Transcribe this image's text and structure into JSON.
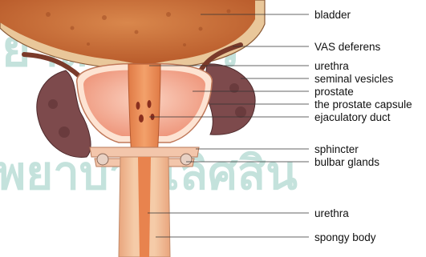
{
  "labels": {
    "bladder": "bladder",
    "vas_deferens": "VAS deferens",
    "urethra_upper": "urethra",
    "seminal_vesicles": "seminal vesicles",
    "prostate": "prostate",
    "prostate_capsule": "the prostate capsule",
    "ejaculatory_duct": "ejaculatory duct",
    "sphincter": "sphincter",
    "bulbar_glands": "bulbar glands",
    "urethra_lower": "urethra",
    "spongy_body": "spongy body"
  },
  "watermark": {
    "top": "ยาสมุนไพร",
    "bottom": "พยาบาลเลิศสิน"
  },
  "colors": {
    "bladder_wall": "#e9c79a",
    "bladder_inner": "#c96a34",
    "prostate": "#f2a58d",
    "capsule": "#fde3d2",
    "urethra": "#e8834e",
    "seminal_vesicles": "#7d4a4c",
    "vas_deferens": "#7a3a2a",
    "watermark": "#2e9a86"
  }
}
